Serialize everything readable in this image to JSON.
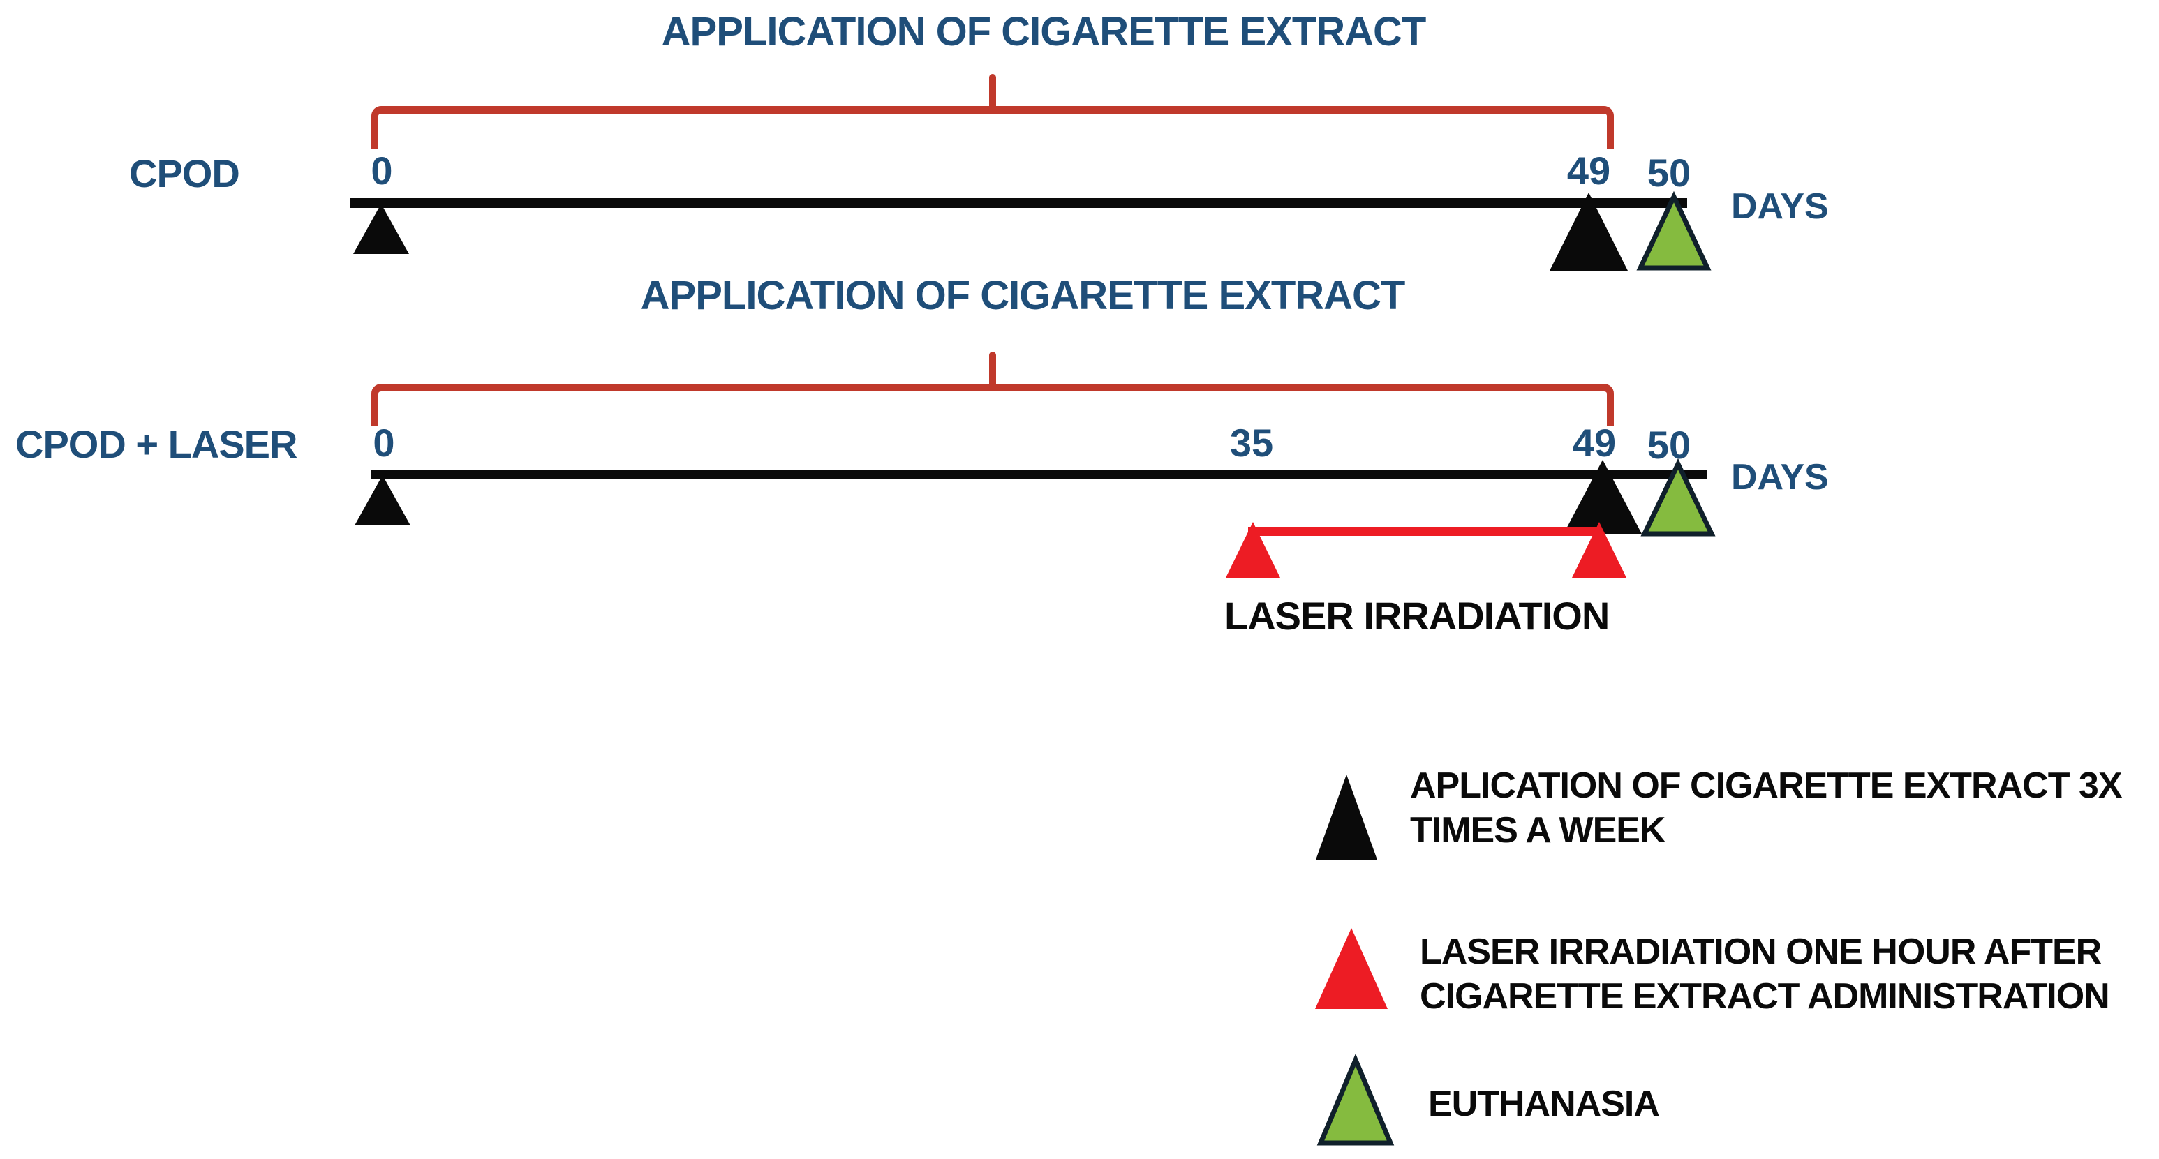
{
  "colors": {
    "navy": "#1f4e79",
    "bracket_red": "#c0392b",
    "laser_red": "#ed1c24",
    "marker_black": "#0a0a0a",
    "marker_green": "#85bb3f",
    "marker_green_outline": "#10202b",
    "text_black": "#0a0a0a",
    "background": "#ffffff"
  },
  "timelines": [
    {
      "group_label": "CPOD",
      "phase_label": "APPLICATION OF CIGARETTE EXTRACT",
      "tick_labels": [
        "0",
        "49",
        "50"
      ],
      "unit_label": "DAYS",
      "markers": [
        {
          "day": "0",
          "icon": "black-triangle-marker-icon"
        },
        {
          "day": "49",
          "icon": "black-triangle-marker-icon"
        },
        {
          "day": "50",
          "icon": "green-triangle-marker-icon"
        }
      ]
    },
    {
      "group_label": "CPOD + LASER",
      "phase_label": "APPLICATION OF CIGARETTE EXTRACT",
      "tick_labels": [
        "0",
        "35",
        "49",
        "50"
      ],
      "unit_label": "DAYS",
      "laser_segment_label": "LASER IRRADIATION",
      "markers": [
        {
          "day": "0",
          "icon": "black-triangle-marker-icon"
        },
        {
          "day": "49",
          "icon": "black-triangle-marker-icon"
        },
        {
          "day": "50",
          "icon": "green-triangle-marker-icon"
        },
        {
          "day": "35",
          "icon": "red-triangle-marker-icon"
        },
        {
          "day": "49",
          "icon": "red-triangle-marker-icon"
        }
      ]
    }
  ],
  "legend": [
    {
      "icon": "black-triangle-icon",
      "label_lines": [
        "APLICATION OF CIGARETTE EXTRACT 3X",
        "TIMES A WEEK"
      ]
    },
    {
      "icon": "red-triangle-icon",
      "label_lines": [
        "LASER IRRADIATION ONE HOUR AFTER",
        "CIGARETTE EXTRACT ADMINISTRATION"
      ]
    },
    {
      "icon": "green-triangle-icon",
      "label_lines": [
        "EUTHANASIA"
      ]
    }
  ]
}
